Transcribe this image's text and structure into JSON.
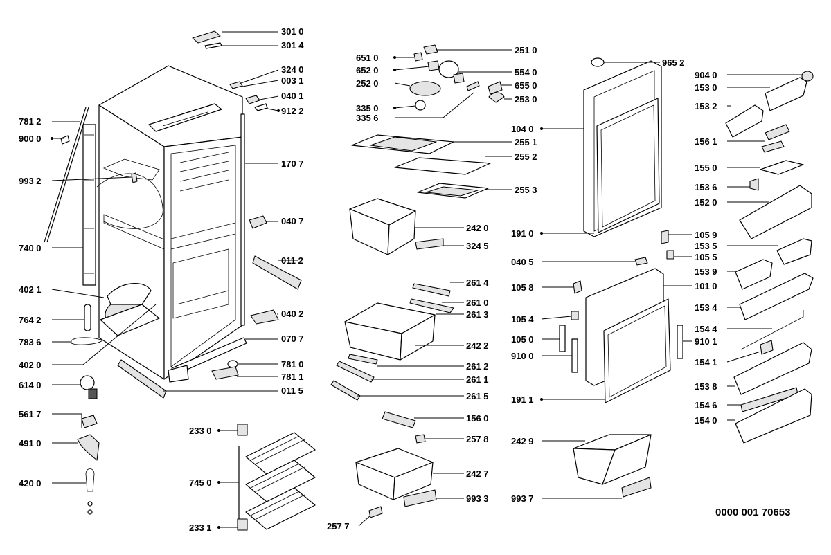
{
  "drawing_reference": "0000 001 70653",
  "callouts": [
    "301 0",
    "301 4",
    "324 0",
    "003 1",
    "040 1",
    "912 2",
    "781 2",
    "900 0",
    "170 7",
    "993 2",
    "040 7",
    "740 0",
    "011 2",
    "402 1",
    "040 2",
    "764 2",
    "070 7",
    "783 6",
    "402 0",
    "781 0",
    "781 1",
    "614 0",
    "011 5",
    "561 7",
    "491 0",
    "420 0",
    "233 0",
    "745 0",
    "233 1",
    "651 0",
    "652 0",
    "251 0",
    "554 0",
    "252 0",
    "655 0",
    "253 0",
    "335 0",
    "335 6",
    "255 1",
    "255 2",
    "255 3",
    "242 0",
    "324 5",
    "261 4",
    "261 0",
    "261 3",
    "242 2",
    "261 2",
    "261 1",
    "261 5",
    "156 0",
    "257 8",
    "242 7",
    "993 3",
    "257 7",
    "965 2",
    "104 0",
    "191 0",
    "105 9",
    "040 5",
    "105 5",
    "105 8",
    "101 0",
    "105 4",
    "105 0",
    "910 0",
    "910 1",
    "191 1",
    "242 9",
    "993 7",
    "904 0",
    "153 0",
    "153 2",
    "156 1",
    "155 0",
    "153 6",
    "152 0",
    "153 5",
    "153 9",
    "153 4",
    "154 4",
    "154 1",
    "153 8",
    "154 6",
    "154 0"
  ]
}
